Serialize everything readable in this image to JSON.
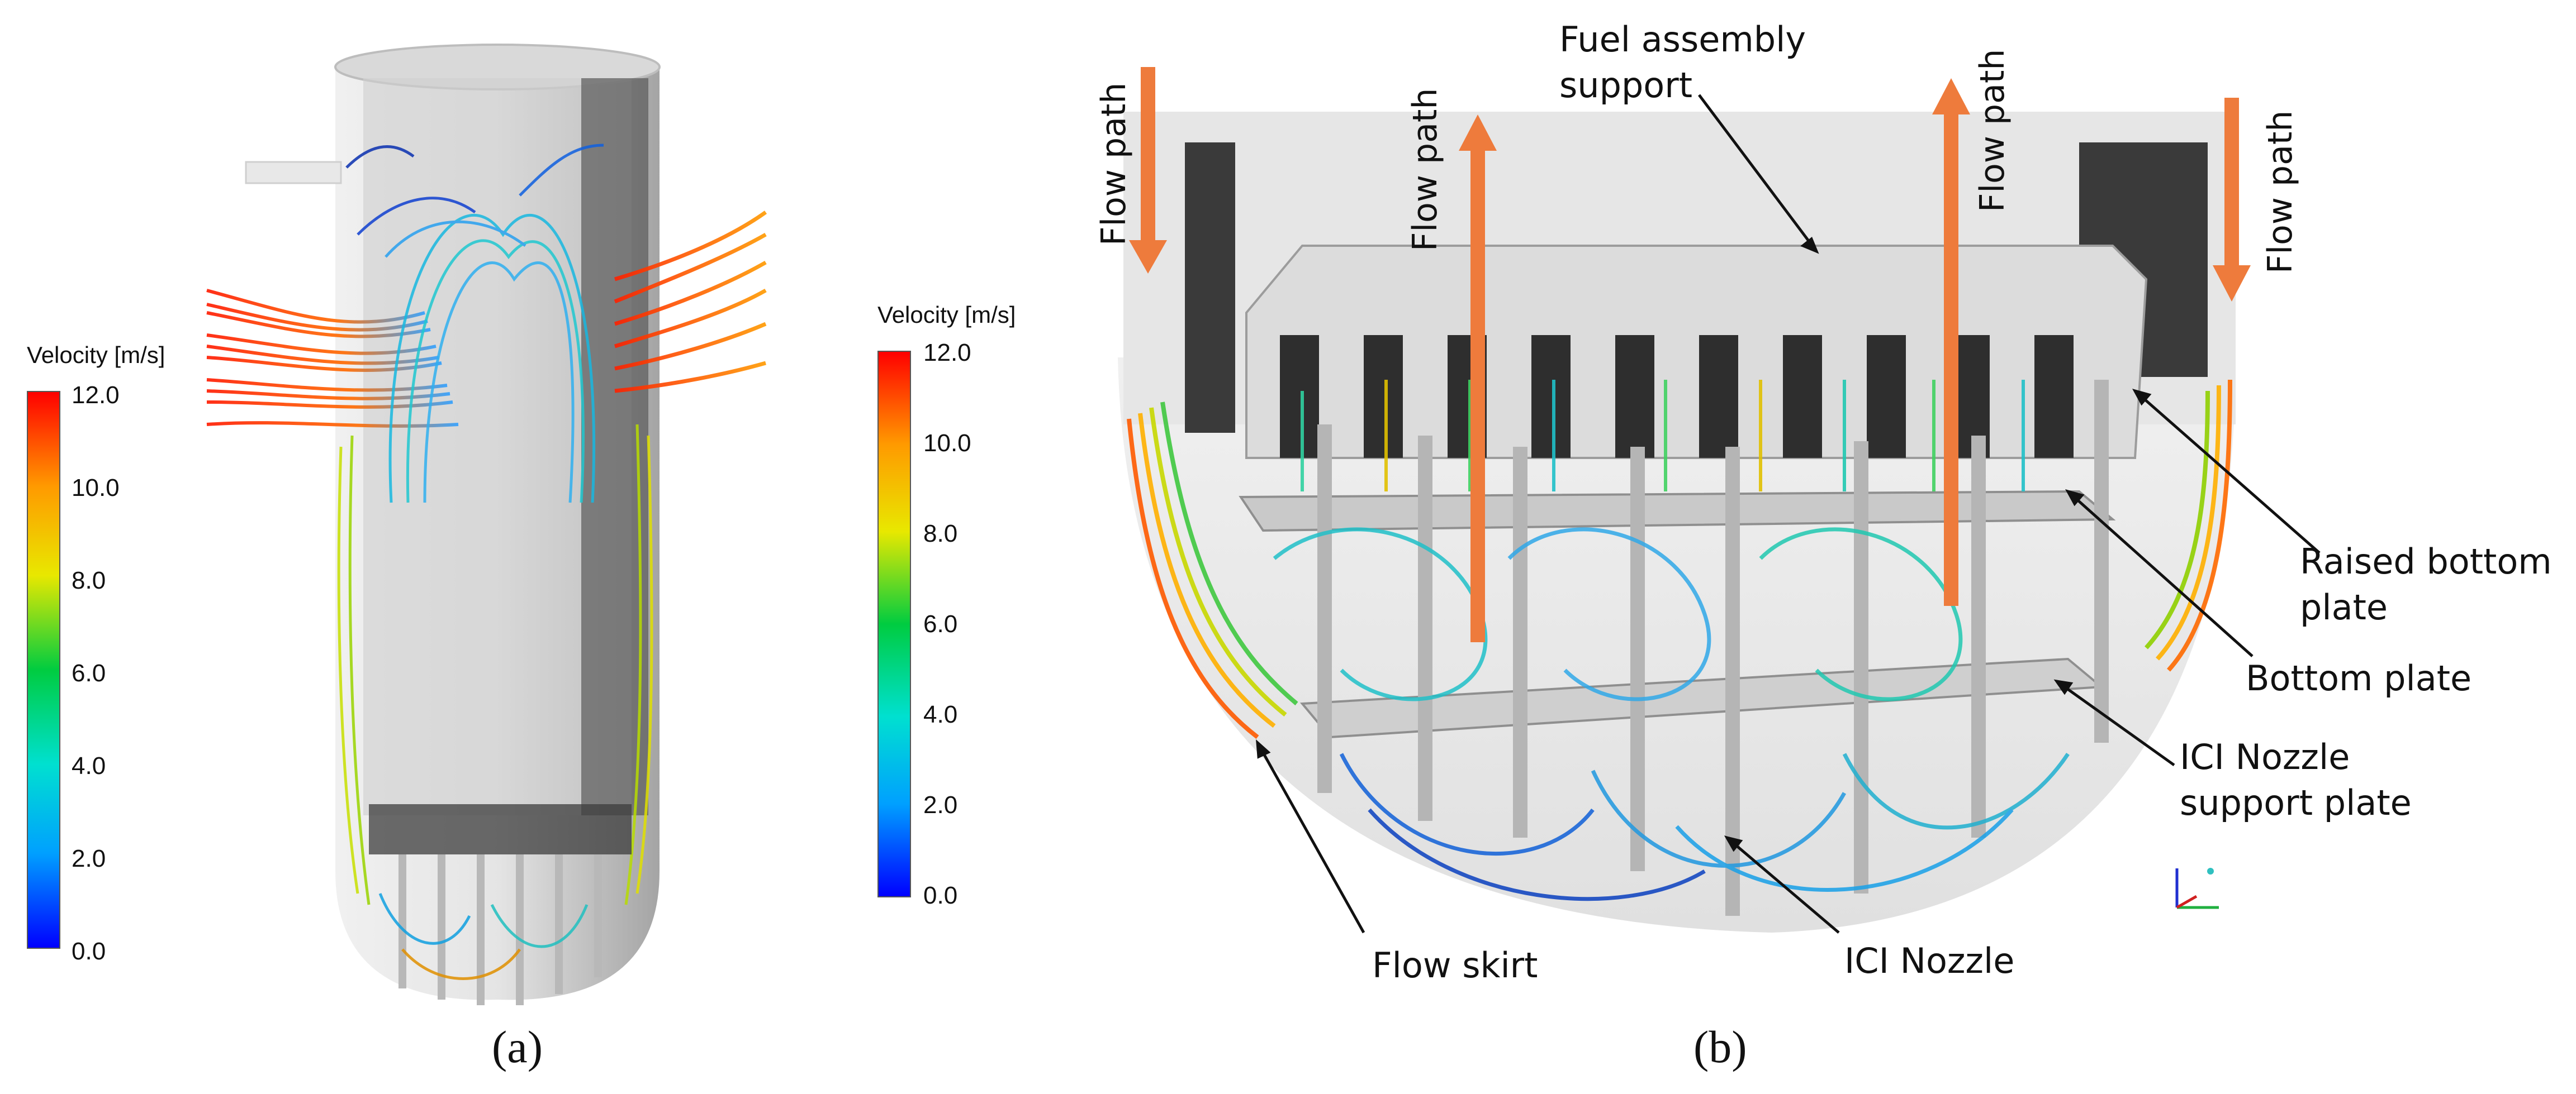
{
  "legend_a": {
    "title": "Velocity [m/s]",
    "ticks": [
      "12.0",
      "10.0",
      "8.0",
      "6.0",
      "4.0",
      "2.0",
      "0.0"
    ]
  },
  "legend_b": {
    "title": "Velocity [m/s]",
    "ticks": [
      "12.0",
      "10.0",
      "8.0",
      "6.0",
      "4.0",
      "2.0",
      "0.0"
    ]
  },
  "flow_labels": [
    "Flow path",
    "Flow path",
    "Flow path",
    "Flow path"
  ],
  "callouts": {
    "fuel_assembly_support": [
      "Fuel assembly",
      "support"
    ],
    "raised_bottom_plate": [
      "Raised bottom",
      "plate"
    ],
    "bottom_plate": [
      "Bottom plate"
    ],
    "ici_nozzle_support_plate": [
      "ICI Nozzle",
      "support plate"
    ],
    "ici_nozzle": [
      "ICI Nozzle"
    ],
    "flow_skirt": [
      "Flow skirt"
    ]
  },
  "captions": {
    "a": "(a)",
    "b": "(b)"
  },
  "colors": {
    "flow_arrow": "#ee7b3c",
    "vessel": "#c8c8c8",
    "scale": [
      "#0000ff",
      "#00a0ff",
      "#00e0d0",
      "#00cc40",
      "#e8e800",
      "#ff9a00",
      "#ff0000"
    ]
  }
}
